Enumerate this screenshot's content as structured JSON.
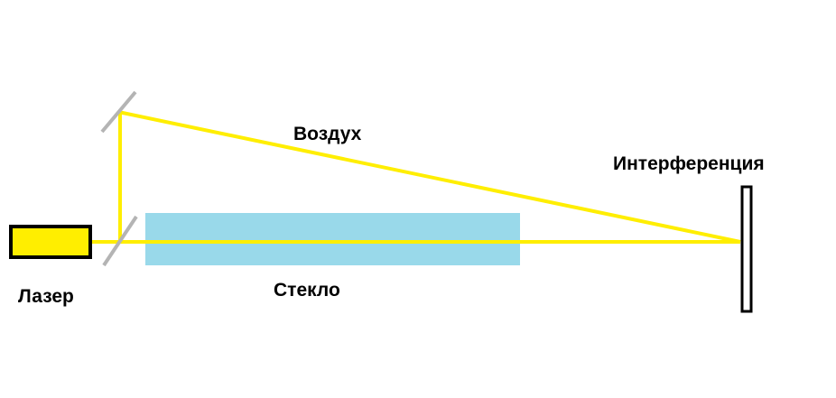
{
  "labels": {
    "laser": "Лазер",
    "glass": "Стекло",
    "air": "Воздух",
    "interference": "Интерференция"
  },
  "colors": {
    "beam": "#ffee00",
    "laser_body": "#ffee00",
    "glass": "#99d9ea",
    "mirror": "#b4b4b4",
    "outline": "#000000",
    "screen_fill": "#ffffff"
  }
}
